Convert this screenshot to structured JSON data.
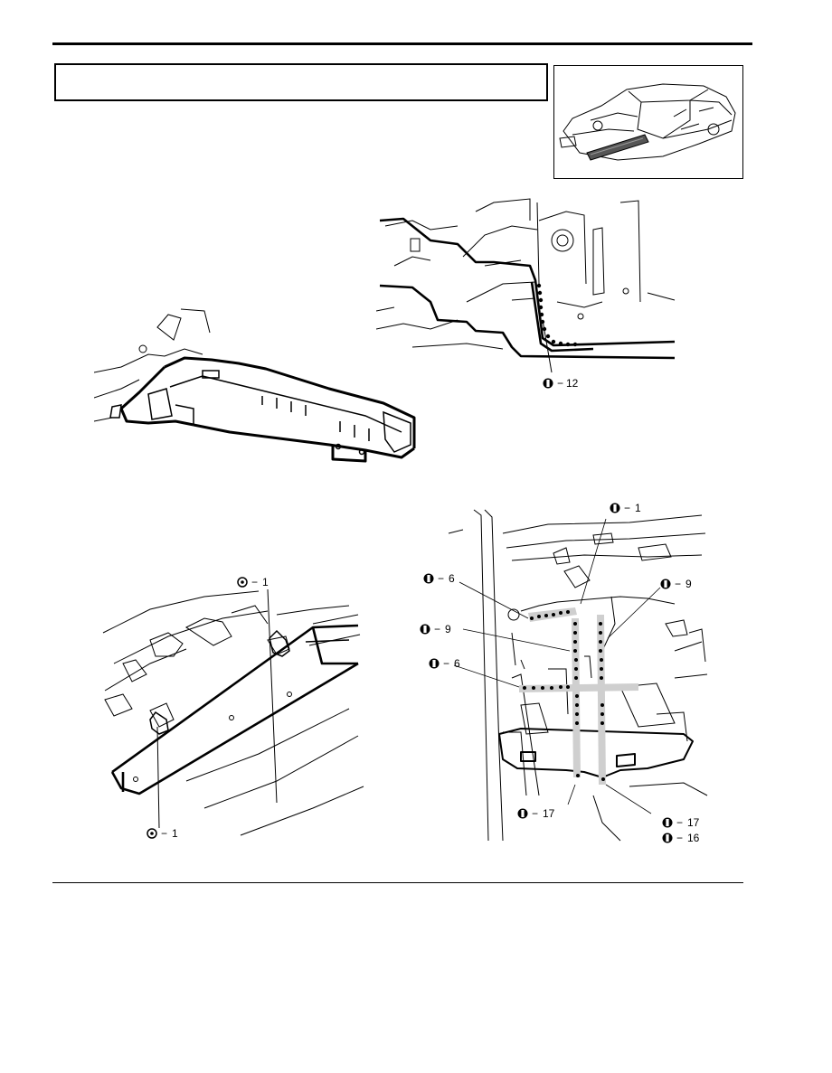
{
  "header": {
    "title": ""
  },
  "figures": {
    "upper_right": {
      "callout_1": "12"
    },
    "lower_left": {
      "callout_top": "1",
      "callout_bottom": "1"
    },
    "lower_right": {
      "callout_top": "1",
      "callout_left_1": "6",
      "callout_left_2": "9",
      "callout_left_3": "6",
      "callout_right_1": "9",
      "callout_bottom_left": "17",
      "callout_bottom_right_1": "17",
      "callout_bottom_right_2": "16"
    }
  }
}
